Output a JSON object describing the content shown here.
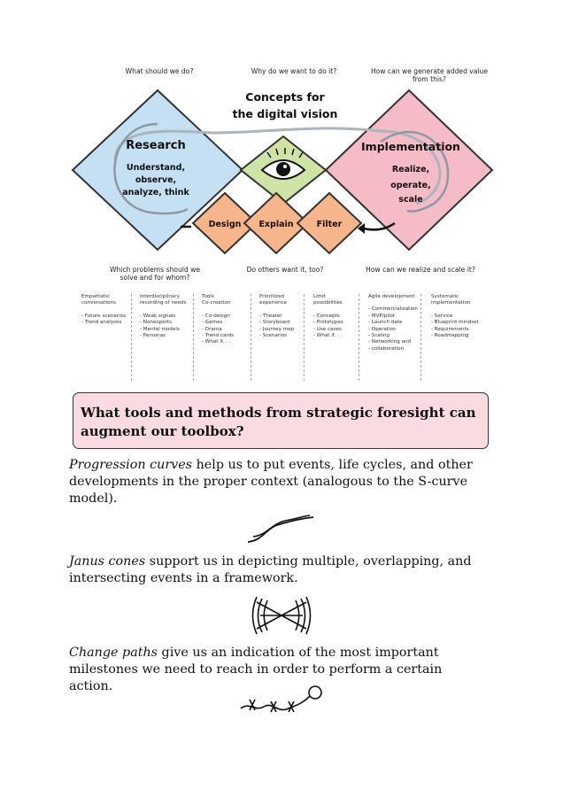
{
  "diagram": {
    "questions_top": {
      "left": "What should we do?",
      "middle": "Why do we want to do it?",
      "right_line1": "How can we generate added value",
      "right_line2": "from this?"
    },
    "center_title_line1": "Concepts for",
    "center_title_line2": "the digital vision",
    "research": {
      "title": "Research",
      "line1": "Understand,",
      "line2": "observe,",
      "line3": "analyze, think"
    },
    "implementation": {
      "title": "Implementation",
      "line1": "Realize,",
      "line2": "operate,",
      "line3": "scale"
    },
    "steps": [
      "Design",
      "Explain",
      "Filter"
    ],
    "questions_bottom": {
      "left_line1": "Which problems should we",
      "left_line2": "solve and for whom?",
      "middle": "Do others want it, too?",
      "right": "How can we realize and scale it?"
    },
    "colors": {
      "research": "#c5e0f3",
      "implementation": "#f5bcc7",
      "vision": "#cfe3a5",
      "steps": "#f6b58a",
      "callout": "#fadbe2"
    }
  },
  "columns": [
    {
      "head1": "Empathetic",
      "head2": "conversations",
      "items": [
        "Future scenarios",
        "Trend analyses"
      ]
    },
    {
      "head1": "Interdisciplinary",
      "head2": "recording of needs",
      "items": [
        "Weak signals",
        "Nonexperts",
        "Mental models",
        "Personas"
      ]
    },
    {
      "head1": "Tools",
      "head2": "Co-creation",
      "items": [
        "Co-design",
        "Games",
        "Drama",
        "Trend cards",
        "What if. . ."
      ]
    },
    {
      "head1": "Prioritized",
      "head2": "experience",
      "items": [
        "Theater",
        "Storyboard",
        "Journey map",
        "Scenarios"
      ]
    },
    {
      "head1": "Limit",
      "head2": "possibilities",
      "items": [
        "Concepts",
        "Prototypes",
        "Use cases",
        "What if. . ."
      ]
    },
    {
      "head1": "Agile development",
      "head2": "",
      "items": [
        "Commercialization",
        "MVP/pilot",
        "Launch date",
        "Operation",
        "Scaling",
        "Networking and",
        "collaboration"
      ]
    },
    {
      "head1": "Systematic",
      "head2": "implementation",
      "items": [
        "Service",
        "Blueprint mindset",
        "Requirements",
        "Roadmapping"
      ]
    }
  ],
  "callout": {
    "text": "What tools and methods from strategic foresight can augment our toolbox?"
  },
  "paragraphs": [
    {
      "term": "Progression curves",
      "rest": " help us to put events, life cycles, and other developments in the proper context (analogous to the S-curve model)."
    },
    {
      "term": "Janus cones",
      "rest": " support us in depicting multiple, overlapping, and intersecting events in a framework."
    },
    {
      "term": "Change paths",
      "rest": " give us an indication of the most important milestones we need to reach in order to perform a certain action."
    }
  ]
}
